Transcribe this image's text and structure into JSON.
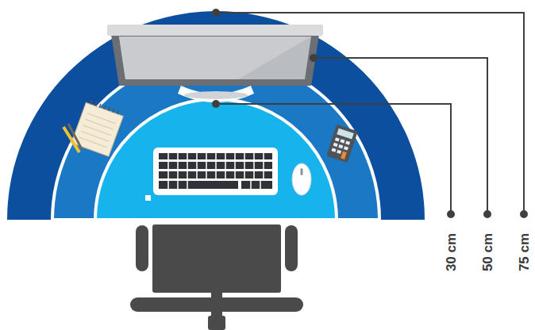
{
  "diagram": {
    "labels": [
      "30 cm",
      "50 cm",
      "75 cm"
    ]
  }
}
